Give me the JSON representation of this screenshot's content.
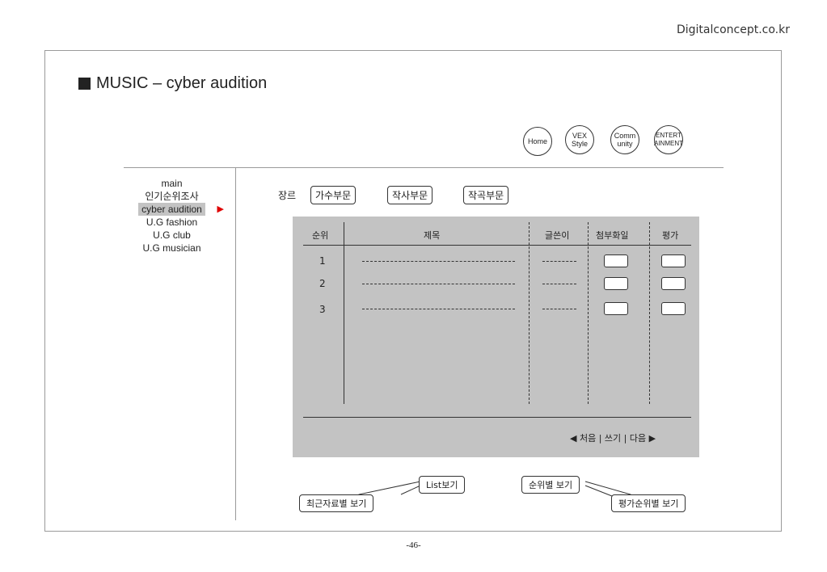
{
  "site": "Digitalconcept.co.kr",
  "title": "MUSIC – cyber audition",
  "nav": [
    {
      "l1": "Home",
      "l2": ""
    },
    {
      "l1": "VEX",
      "l2": "Style"
    },
    {
      "l1": "Comm",
      "l2": "unity"
    },
    {
      "l1": "ENTERT",
      "l2": "AINMENT"
    }
  ],
  "menu": [
    {
      "label": "main"
    },
    {
      "label": "인기순위조사"
    },
    {
      "label": "cyber audition",
      "active": true
    },
    {
      "label": "U.G fashion"
    },
    {
      "label": "U.G club"
    },
    {
      "label": "U.G musician"
    }
  ],
  "genre": {
    "label": "장르",
    "buttons": [
      "가수부문",
      "작사부문",
      "작곡부문"
    ]
  },
  "table": {
    "headers": [
      "순위",
      "제목",
      "글쓴이",
      "첨부화일",
      "평가"
    ],
    "rows": [
      "1",
      "2",
      "3"
    ]
  },
  "pager": {
    "first": "◀ 처음",
    "sep1": "|",
    "write": "쓰기",
    "sep2": "|",
    "next": "다음 ▶"
  },
  "options": {
    "list": "List보기",
    "recent": "최근자료별 보기",
    "rank": "순위별 보기",
    "rating": "평가순위별 보기"
  },
  "page_number": "-46-"
}
